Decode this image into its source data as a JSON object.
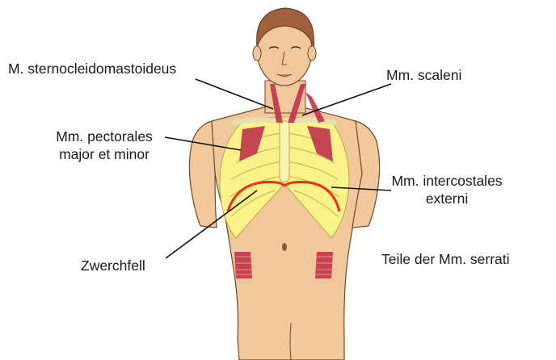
{
  "labels": {
    "sternocleidomastoideus": "M. sternocleidomastoideus",
    "scaleni": "Mm. scaleni",
    "pectorales_line1": "Mm. pectorales",
    "pectorales_line2": "major et minor",
    "intercostales_line1": "Mm. intercostales",
    "intercostales_line2": "externi",
    "zwerchfell": "Zwerchfell",
    "serrati": "Teile der Mm. serrati"
  },
  "colors": {
    "skin": "#f2c79a",
    "skin_outline": "#6b4a2e",
    "hair": "#a0603a",
    "rib_cage": "#fbf28a",
    "muscle": "#c2334a",
    "diaphragm": "#e8321a",
    "pointer": "#111111"
  }
}
